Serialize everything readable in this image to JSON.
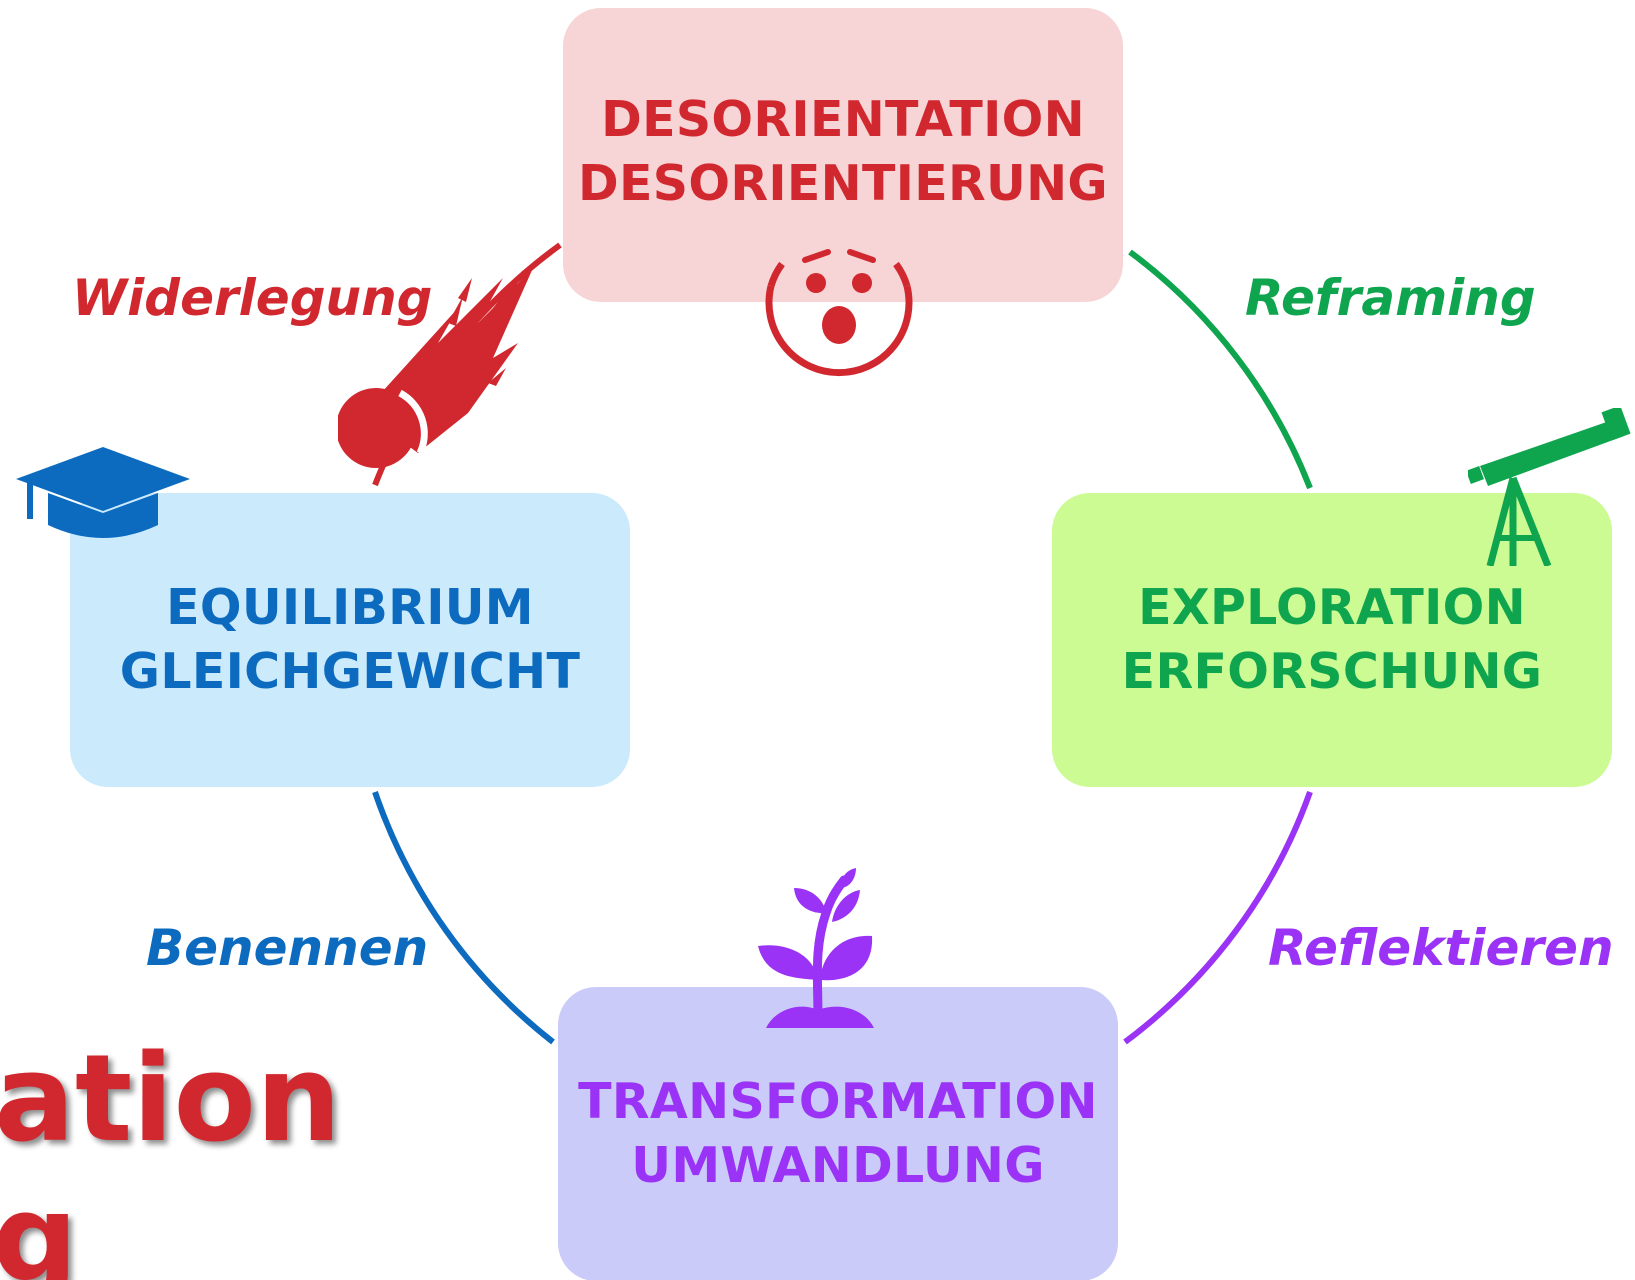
{
  "colors": {
    "red": "#d1282f",
    "green": "#0fa54e",
    "blue": "#0c6bbf",
    "purple": "#9a33f5",
    "box_red_fill": "#f7d4d5",
    "box_green_fill": "#ccfb94",
    "box_blue_fill": "#cbeafc",
    "box_purple_fill": "#cbcbf9"
  },
  "stages": {
    "top": {
      "line1": "DESORIENTATION",
      "line2": "DESORIENTIERUNG",
      "icon": "shocked-face-icon"
    },
    "right": {
      "line1": "EXPLORATION",
      "line2": "ERFORSCHUNG",
      "icon": "telescope-icon"
    },
    "bottom": {
      "line1": "TRANSFORMATION",
      "line2": "UMWANDLUNG",
      "icon": "sprout-icon"
    },
    "left": {
      "line1": "EQUILIBRIUM",
      "line2": "GLEICHGEWICHT",
      "icon": "graduation-cap-icon"
    }
  },
  "transitions": {
    "top_left": {
      "label": "Widerlegung",
      "icon": "comet-icon"
    },
    "top_right": {
      "label": "Reframing"
    },
    "bottom_right": {
      "label": "Reflektieren"
    },
    "bottom_left": {
      "label": "Benennen"
    }
  },
  "background_title": {
    "line1": "ation",
    "line2": "g"
  }
}
